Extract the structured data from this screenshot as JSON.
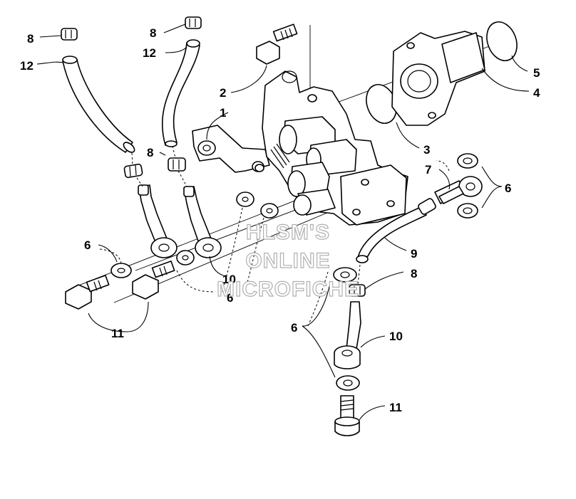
{
  "callouts": [
    {
      "text": "1"
    },
    {
      "text": "2"
    },
    {
      "text": "3"
    },
    {
      "text": "4"
    },
    {
      "text": "5"
    },
    {
      "text": "6"
    },
    {
      "text": "6"
    },
    {
      "text": "6"
    },
    {
      "text": "6"
    },
    {
      "text": "7"
    },
    {
      "text": "8"
    },
    {
      "text": "8"
    },
    {
      "text": "8"
    },
    {
      "text": "8"
    },
    {
      "text": "9"
    },
    {
      "text": "10"
    },
    {
      "text": "10"
    },
    {
      "text": "11"
    },
    {
      "text": "11"
    },
    {
      "text": "12"
    },
    {
      "text": "12"
    }
  ],
  "watermark": {
    "line1": "HLSM'S",
    "line2": "ONLINE",
    "line3": "MICROFICHE"
  }
}
